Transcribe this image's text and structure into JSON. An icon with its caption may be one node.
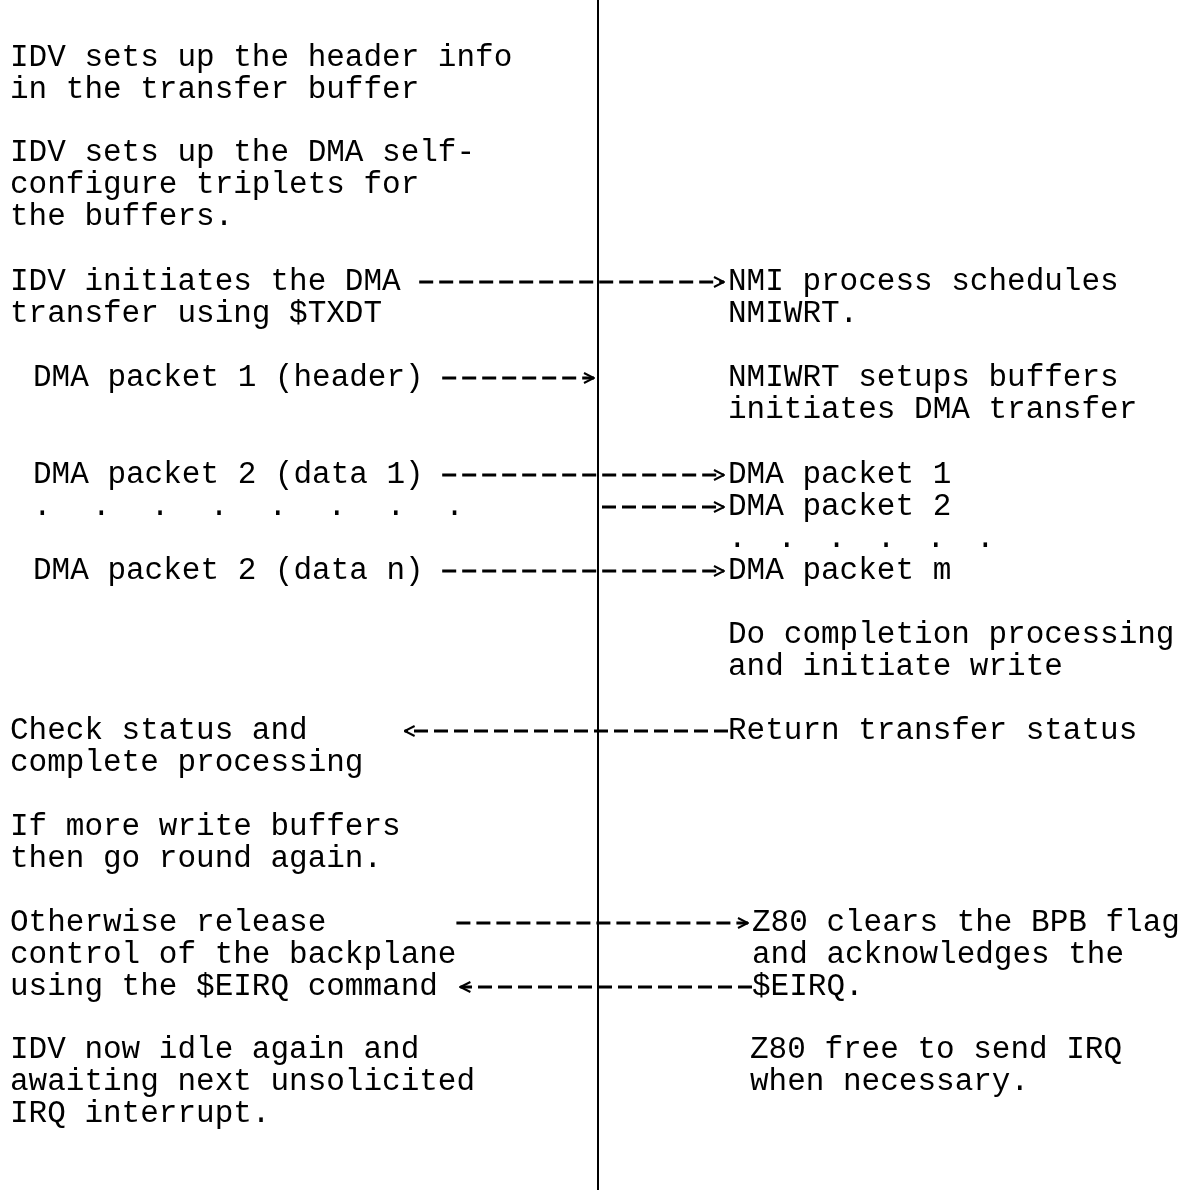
{
  "diagram": {
    "nodes": [
      {
        "text": [
          "IDV sets up the header info in the transfer buffer"
        ]
      },
      {
        "text": [
          "IDV sets up the DMA self-configure triplets for the buffers."
        ]
      },
      {
        "text": [
          "IDV initiates the DMA transfer using $TXDT"
        ]
      },
      {
        "text": [
          "NMI process schedules NMIWRT."
        ]
      },
      {
        "text": [
          "DMA packet 1 (header)"
        ]
      },
      {
        "text": [
          "NMIWRT setups buffers initiates DMA transfer"
        ]
      },
      {
        "text": [
          "DMA packet 2 (data 1)"
        ]
      },
      {
        "text": [
          "DMA packet 1"
        ]
      },
      {
        "text": [
          "DMA packet 2"
        ]
      },
      {
        "text": [
          "DMA packet 2 (data n)"
        ]
      },
      {
        "text": [
          "DMA packet m"
        ]
      },
      {
        "text": [
          "Do completion processing and initiate write"
        ]
      },
      {
        "text": [
          "Check status and complete processing"
        ]
      },
      {
        "text": [
          "Return transfer status"
        ]
      },
      {
        "text": [
          "If more write buffers then go round again."
        ]
      },
      {
        "text": [
          "Otherwise release control of the backplane using the $EIRQ command"
        ]
      },
      {
        "text": [
          "Z80 clears the BPB flag and acknowledges the $EIRQ."
        ]
      },
      {
        "text": [
          "IDV now idle again and awaiting next unsolicited IRQ interrupt."
        ]
      },
      {
        "text": [
          "Z80 free to send IRQ when necessary."
        ]
      }
    ],
    "edges": [
      {
        "from": 2,
        "to": 3,
        "arrow": "to",
        "style": "dashed"
      },
      {
        "from": 4,
        "to": null,
        "arrow": "to",
        "style": "dashed"
      },
      {
        "from": 6,
        "to": 7,
        "arrow": "to",
        "style": "dashed"
      },
      {
        "from": null,
        "to": 8,
        "arrow": "to",
        "style": "dashed"
      },
      {
        "from": 9,
        "to": 10,
        "arrow": "to",
        "style": "dashed"
      },
      {
        "from": 13,
        "to": 12,
        "arrow": "to",
        "style": "dashed"
      },
      {
        "from": 15,
        "to": 16,
        "arrow": "to",
        "style": "dashed"
      },
      {
        "from": 16,
        "to": 15,
        "arrow": "to",
        "style": "dashed"
      }
    ],
    "labels": [
      ". . . . . . . .",
      ". . . . . ."
    ]
  }
}
